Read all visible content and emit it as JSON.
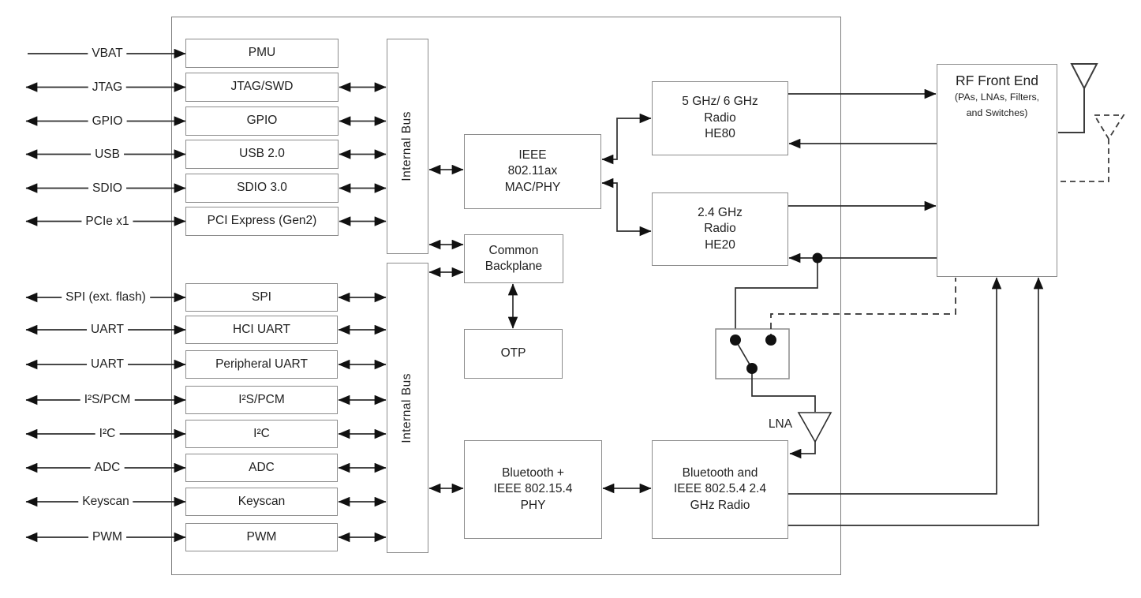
{
  "io_pins": {
    "wlan": [
      {
        "label": "VBAT"
      },
      {
        "label": "JTAG"
      },
      {
        "label": "GPIO"
      },
      {
        "label": "USB"
      },
      {
        "label": "SDIO"
      },
      {
        "label": "PCIe x1"
      }
    ],
    "bt": [
      {
        "label": "SPI (ext. flash)"
      },
      {
        "label": "UART"
      },
      {
        "label": "UART"
      },
      {
        "label": "I²S/PCM"
      },
      {
        "label": "I²C"
      },
      {
        "label": "ADC"
      },
      {
        "label": "Keyscan"
      },
      {
        "label": "PWM"
      }
    ]
  },
  "blocks": {
    "wlan_peripherals": [
      "PMU",
      "JTAG/SWD",
      "GPIO",
      "USB 2.0",
      "SDIO 3.0",
      "PCI Express (Gen2)"
    ],
    "bt_peripherals": [
      "SPI",
      "HCI UART",
      "Peripheral UART",
      "I²S/PCM",
      "I²C",
      "ADC",
      "Keyscan",
      "PWM"
    ],
    "internal_bus_top": "Internal Bus",
    "internal_bus_bottom": "Internal Bus",
    "wlan_mac_phy": "IEEE\n802.11ax\nMAC/PHY",
    "common_backplane": "Common\nBackplane",
    "otp": "OTP",
    "radio_5ghz": "5 GHz/ 6 GHz\nRadio\nHE80",
    "radio_24ghz": "2.4 GHz\nRadio\nHE20",
    "bt_phy": "Bluetooth +\nIEEE 802.15.4\nPHY",
    "bt_radio": "Bluetooth and\nIEEE 802.5.4 2.4\nGHz Radio",
    "rf_front_end_title": "RF Front End",
    "rf_front_end_subtitle": "(PAs, LNAs, Filters,\nand Switches)",
    "lna_label": "LNA"
  },
  "colors": {
    "line": "#2e2e2e",
    "arrowhead": "#111111",
    "box_border": "#8c8c8c",
    "outer_border": "#7f7f7f",
    "text": "#1f1f1f",
    "background": "#ffffff"
  }
}
